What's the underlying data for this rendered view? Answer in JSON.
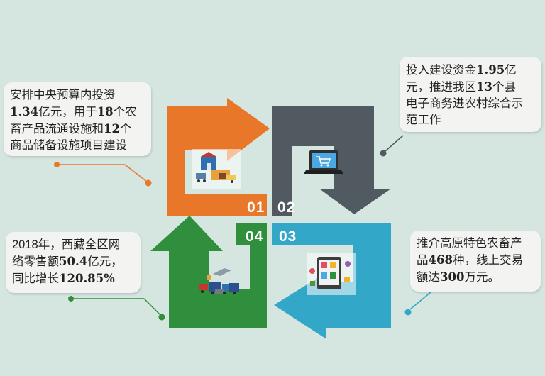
{
  "colors": {
    "background": "#d5e6e0",
    "step1": "#e8772a",
    "step2": "#505a60",
    "step3": "#33a7c8",
    "step4": "#2f8f3c",
    "box": "#f3f3f1"
  },
  "steps": [
    {
      "number": "01",
      "icon": "warehouse-trucks-icon"
    },
    {
      "number": "02",
      "icon": "laptop-shopping-cart-icon"
    },
    {
      "number": "03",
      "icon": "online-shop-products-icon"
    },
    {
      "number": "04",
      "icon": "logistics-delivery-icon"
    }
  ],
  "boxes": {
    "top_left": {
      "l1_a": "安排中央预算内投资",
      "l2_num": "1.34",
      "l2_a": "亿元，用于",
      "l2_num2": "18",
      "l2_b": "个农",
      "l3_a": "畜产品流通设施和",
      "l3_num": "12",
      "l3_b": "个",
      "l4_a": "商品储备设施项目建设"
    },
    "top_right": {
      "l1_a": "投入建设资金",
      "l1_num": "1.95",
      "l1_b": "亿",
      "l2_a": "元，推进我区",
      "l2_num": "13",
      "l2_b": "个县",
      "l3_a": "电子商务进农村综合示",
      "l4_a": "范工作"
    },
    "bottom_left": {
      "l1_a": "2018年，西藏全区网",
      "l2_a": "络零售额",
      "l2_num": "50.4",
      "l2_b": "亿元，",
      "l3_a": "同比增长",
      "l3_num": "120.85%"
    },
    "bottom_right": {
      "l1_a": "推介高原特色农畜产",
      "l2_a": "品",
      "l2_num": "468",
      "l2_b": "种，线上交易",
      "l3_a": "额达",
      "l3_num": "300",
      "l3_b": "万元。"
    }
  }
}
